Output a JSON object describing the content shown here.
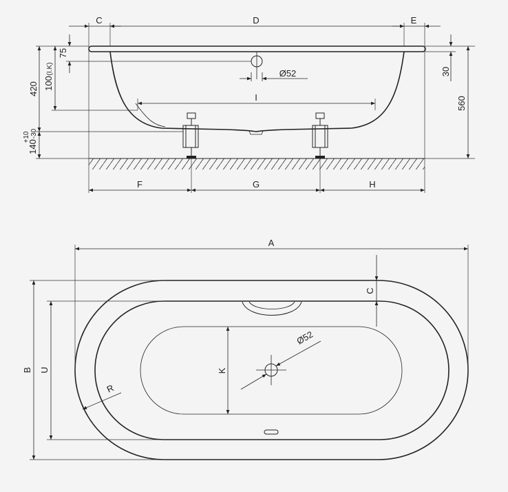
{
  "side_view": {
    "labels": {
      "C": "C",
      "D": "D",
      "E": "E",
      "I": "I",
      "F": "F",
      "G": "G",
      "H": "H",
      "d75": "75",
      "d420": "420",
      "d100": "100",
      "d100_note": "(I.K)",
      "d140": "140",
      "d140_tol_plus": "+10",
      "d140_tol_minus": "-30",
      "d30": "30",
      "d560": "560",
      "dia52": "Ø52"
    }
  },
  "top_view": {
    "labels": {
      "A": "A",
      "B": "B",
      "U": "U",
      "C": "C",
      "K": "K",
      "R": "R",
      "dia52": "Ø52"
    }
  }
}
